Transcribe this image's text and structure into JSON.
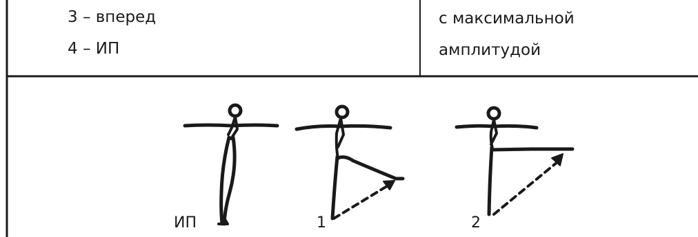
{
  "table": {
    "row1": {
      "left_lines": [
        "3 – вперед",
        "4 – ИП"
      ],
      "right_lines": [
        "с максимальной",
        "амплитудой"
      ]
    }
  },
  "figure": {
    "labels": [
      "ИП",
      "1",
      "2"
    ]
  }
}
